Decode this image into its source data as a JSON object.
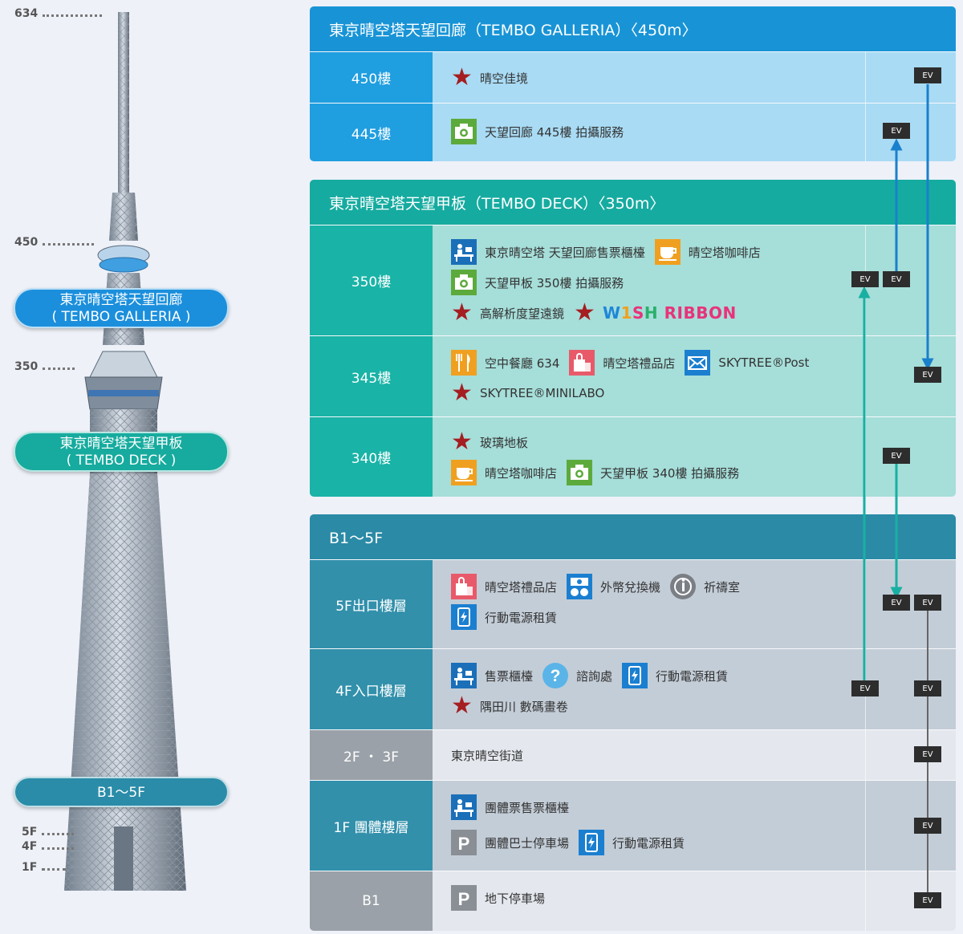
{
  "tower": {
    "altitudes": [
      "634",
      "450",
      "350",
      "5F",
      "4F",
      "1F"
    ],
    "galleria_label_1": "東京晴空塔天望回廊",
    "galleria_label_2": "( TEMBO GALLERIA )",
    "deck_label_1": "東京晴空塔天望甲板",
    "deck_label_2": "( TEMBO DECK )",
    "b1_label": "B1～5F"
  },
  "ev_label": "EV",
  "galleria": {
    "title": "東京晴空塔天望回廊（TEMBO GALLERIA）〈450m〉",
    "floors": [
      {
        "label": "450樓",
        "items": [
          "晴空佳境"
        ]
      },
      {
        "label": "445樓",
        "items": [
          "天望回廊 445樓 拍攝服務"
        ]
      }
    ]
  },
  "deck": {
    "title": "東京晴空塔天望甲板（TEMBO DECK）〈350m〉",
    "floors": [
      {
        "label": "350樓",
        "items": [
          "東京晴空塔 天望回廊售票櫃檯",
          "晴空塔咖啡店",
          "天望甲板 350樓 拍攝服務",
          "高解析度望遠鏡",
          "W1SH RIBBON"
        ]
      },
      {
        "label": "345樓",
        "items": [
          "空中餐廳 634",
          "晴空塔禮品店",
          "SKYTREE®Post",
          "SKYTREE®MINILABO"
        ]
      },
      {
        "label": "340樓",
        "items": [
          "玻璃地板",
          "晴空塔咖啡店",
          "天望甲板 340樓 拍攝服務"
        ]
      }
    ]
  },
  "base": {
    "title": "B1～5F",
    "floors": [
      {
        "label": "5F出口樓層",
        "items": [
          "晴空塔禮品店",
          "外幣兌換機",
          "祈禱室",
          "行動電源租賃"
        ]
      },
      {
        "label": "4F入口樓層",
        "items": [
          "售票櫃檯",
          "諮詢處",
          "行動電源租賃",
          "隅田川 數碼畫卷"
        ]
      },
      {
        "label": "2F ・ 3F",
        "items": [
          "東京晴空街道"
        ]
      },
      {
        "label": "1F 團體樓層",
        "items": [
          "團體票售票櫃檯",
          "團體巴士停車場",
          "行動電源租賃"
        ]
      },
      {
        "label": "B1",
        "items": [
          "地下停車場"
        ]
      }
    ]
  }
}
